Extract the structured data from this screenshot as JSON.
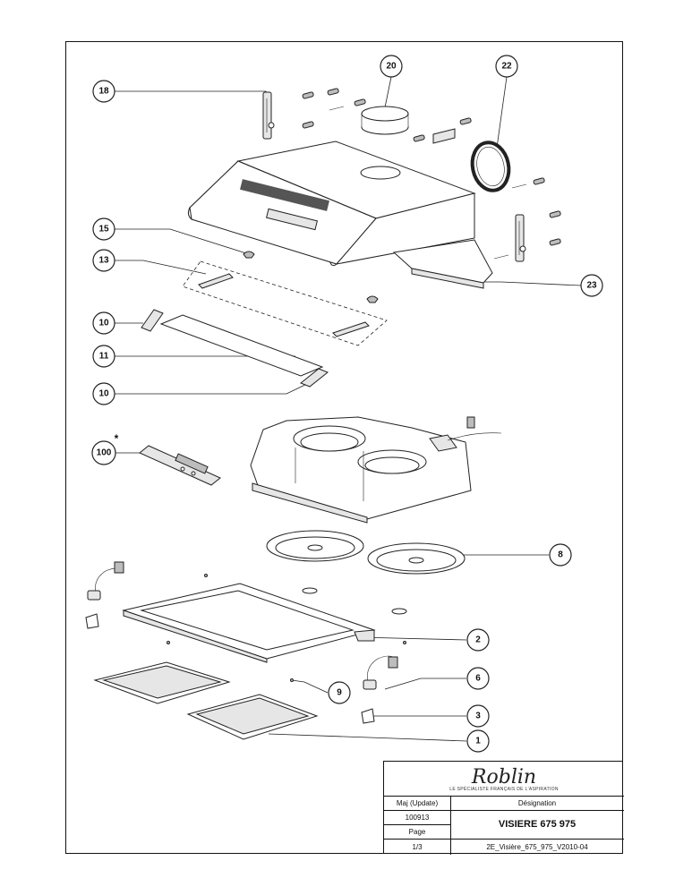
{
  "callouts": {
    "c18": "18",
    "c20": "20",
    "c22": "22",
    "c15": "15",
    "c13": "13",
    "c10a": "10",
    "c11": "11",
    "c10b": "10",
    "c23": "23",
    "c100": "100",
    "c100_star": "*",
    "c8": "8",
    "c2": "2",
    "c6": "6",
    "c9": "9",
    "c3": "3",
    "c1": "1"
  },
  "title_block": {
    "brand": "Roblin",
    "brand_tagline": "LE SPÉCIALISTE FRANÇAIS DE L'ASPIRATION",
    "maj_label": "Maj (Update)",
    "maj_value": "100913",
    "designation_label": "Désignation",
    "designation_value": "VISIERE 675 975",
    "page_label": "Page",
    "page_value": "1/3",
    "reference": "2E_Visière_675_975_V2010-04"
  }
}
